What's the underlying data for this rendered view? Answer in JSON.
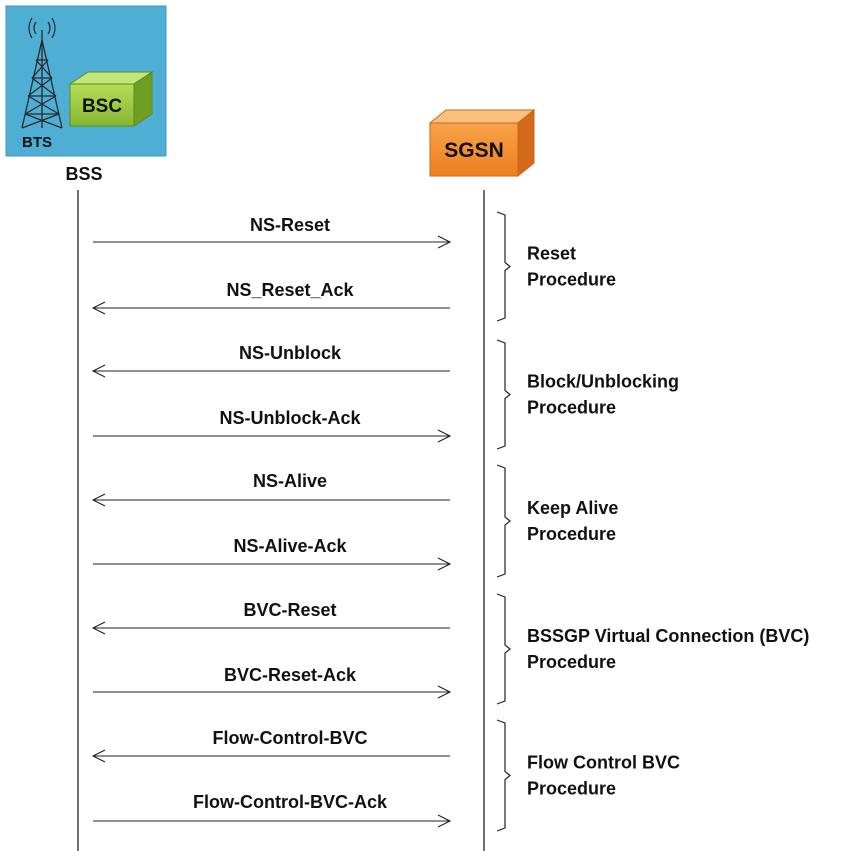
{
  "bss": {
    "bts_label": "BTS",
    "bsc_label": "BSC",
    "label": "BSS",
    "panel_color": "#4eaed3",
    "bsc_color": "#9acd3c"
  },
  "sgsn": {
    "label": "SGSN",
    "box_color": "#f5953a"
  },
  "messages": [
    {
      "id": "ns-reset",
      "label": "NS-Reset",
      "direction": "to-sgsn"
    },
    {
      "id": "ns-reset-ack",
      "label": "NS_Reset_Ack",
      "direction": "to-bss"
    },
    {
      "id": "ns-unblock",
      "label": "NS-Unblock",
      "direction": "to-bss"
    },
    {
      "id": "ns-unblock-ack",
      "label": "NS-Unblock-Ack",
      "direction": "to-sgsn"
    },
    {
      "id": "ns-alive",
      "label": "NS-Alive",
      "direction": "to-bss"
    },
    {
      "id": "ns-alive-ack",
      "label": "NS-Alive-Ack",
      "direction": "to-sgsn"
    },
    {
      "id": "bvc-reset",
      "label": "BVC-Reset",
      "direction": "to-bss"
    },
    {
      "id": "bvc-reset-ack",
      "label": "BVC-Reset-Ack",
      "direction": "to-sgsn"
    },
    {
      "id": "flow-control-bvc",
      "label": "Flow-Control-BVC",
      "direction": "to-bss"
    },
    {
      "id": "flow-control-bvc-ack",
      "label": "Flow-Control-BVC-Ack",
      "direction": "to-sgsn"
    }
  ],
  "procedures": [
    {
      "id": "reset",
      "line1": "Reset",
      "line2": "Procedure"
    },
    {
      "id": "block-unblocking",
      "line1": "Block/Unblocking",
      "line2": "Procedure"
    },
    {
      "id": "keep-alive",
      "line1": "Keep Alive",
      "line2": "Procedure"
    },
    {
      "id": "bvc",
      "line1": "BSSGP Virtual Connection (BVC)",
      "line2": "Procedure"
    },
    {
      "id": "flow-control",
      "line1": "Flow Control BVC",
      "line2": "Procedure"
    }
  ]
}
